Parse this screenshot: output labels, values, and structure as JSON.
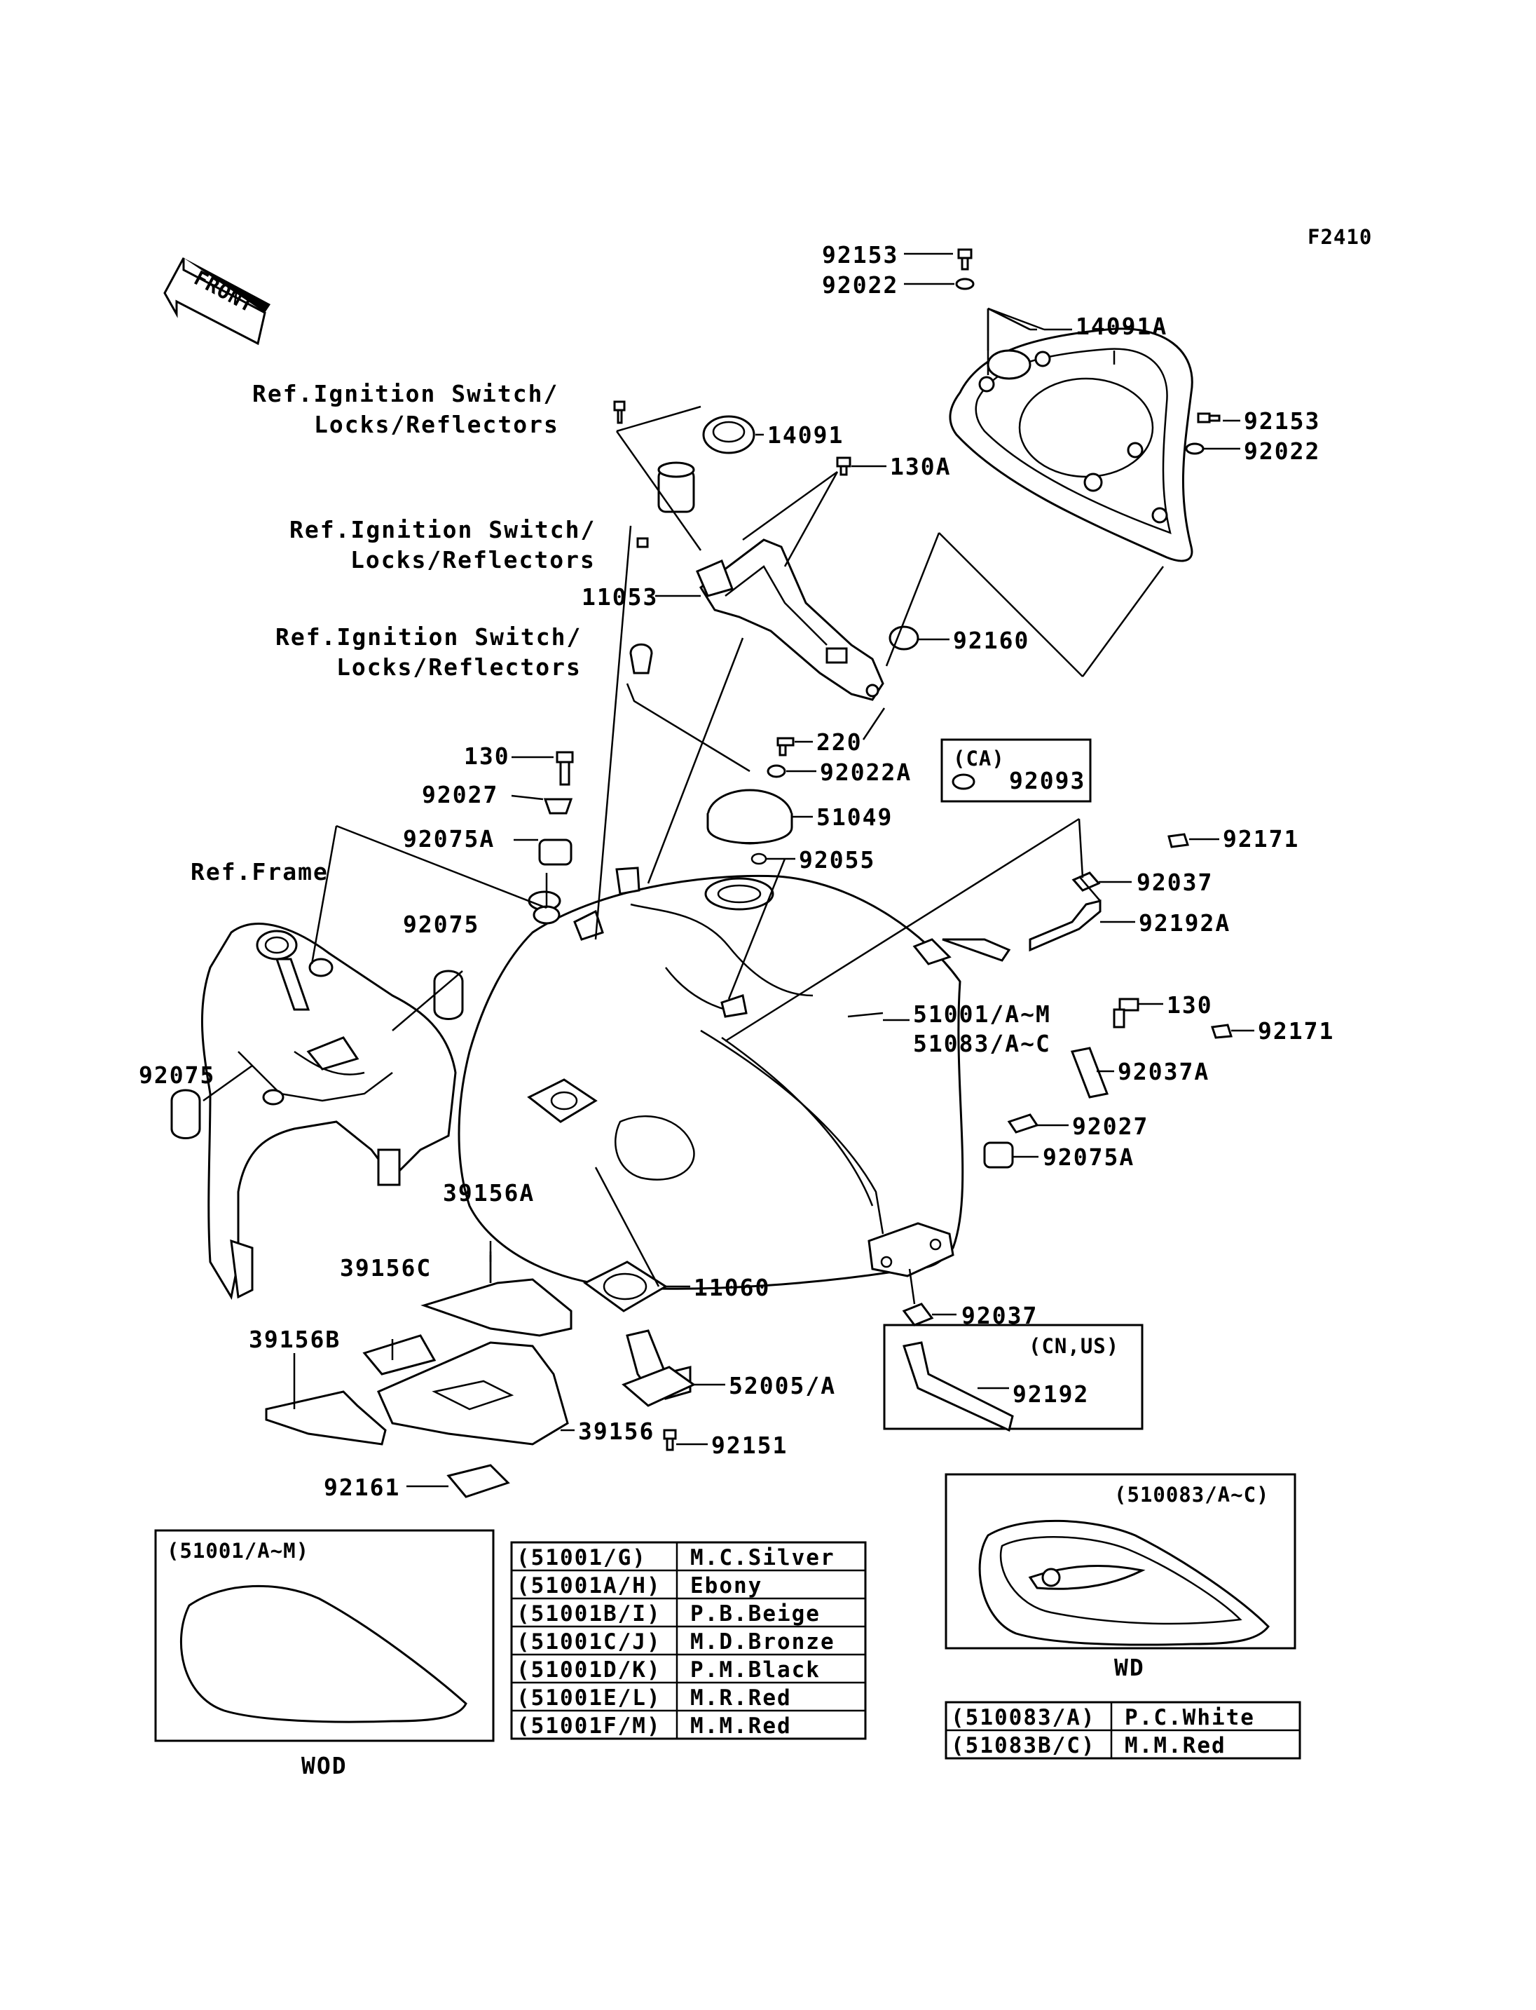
{
  "figure_code": "F2410",
  "front_label": "FRONT",
  "callouts": {
    "c92153_top": "92153",
    "c92022_top": "92022",
    "c14091A": "14091A",
    "c92153_r": "92153",
    "c92022_r": "92022",
    "c14091": "14091",
    "c130A": "130A",
    "c11053": "11053",
    "c92160": "92160",
    "c220": "220",
    "c92022A": "92022A",
    "c130_a": "130",
    "c92027_a": "92027",
    "c51049": "51049",
    "c92075A_a": "92075A",
    "c92055": "92055",
    "c92075_a": "92075",
    "c92075_b": "92075",
    "c92171_a": "92171",
    "c92037_a": "92037",
    "c92192A": "92192A",
    "c51001": "51001/A~M",
    "c51083": "51083/A~C",
    "c130_b": "130",
    "c92171_b": "92171",
    "c92037A": "92037A",
    "c92027_b": "92027",
    "c92075A_b": "92075A",
    "c92037_b": "92037",
    "c39156A": "39156A",
    "c39156C": "39156C",
    "c39156B": "39156B",
    "c39156": "39156",
    "c11060": "11060",
    "c52005": "52005/A",
    "c92151": "92151",
    "c92161": "92161",
    "c92192": "92192",
    "c92093": "92093"
  },
  "ref_labels": {
    "ref1_line1": "Ref.Ignition Switch/",
    "ref1_line2": "Locks/Reflectors",
    "ref2_line1": "Ref.Ignition Switch/",
    "ref2_line2": "Locks/Reflectors",
    "ref3_line1": "Ref.Ignition Switch/",
    "ref3_line2": "Locks/Reflectors",
    "ref_frame": "Ref.Frame"
  },
  "boxes": {
    "ca": "(CA)",
    "cn_us": "(CN,US)",
    "wod_inset_title": "(51001/A~M)",
    "wod_caption": "WOD",
    "wd_inset_title": "(510083/A~C)",
    "wd_caption": "WD"
  },
  "color_table_wod": [
    {
      "code": "(51001/G)",
      "color": "M.C.Silver"
    },
    {
      "code": "(51001A/H)",
      "color": "Ebony"
    },
    {
      "code": "(51001B/I)",
      "color": "P.B.Beige"
    },
    {
      "code": "(51001C/J)",
      "color": "M.D.Bronze"
    },
    {
      "code": "(51001D/K)",
      "color": "P.M.Black"
    },
    {
      "code": "(51001E/L)",
      "color": "M.R.Red"
    },
    {
      "code": "(51001F/M)",
      "color": "M.M.Red"
    }
  ],
  "color_table_wd": [
    {
      "code": "(510083/A)",
      "color": "P.C.White"
    },
    {
      "code": "(51083B/C)",
      "color": "M.M.Red"
    }
  ]
}
